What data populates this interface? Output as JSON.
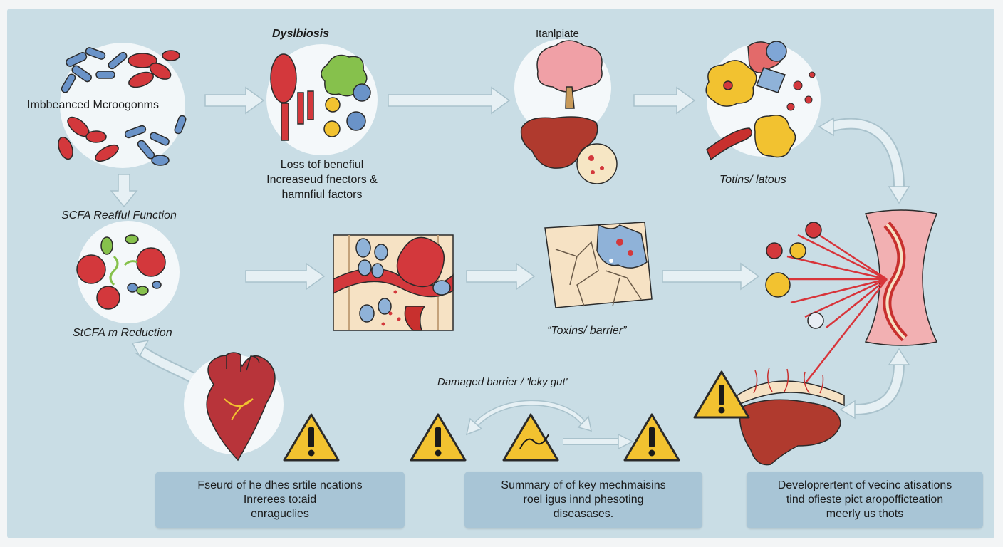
{
  "labels": {
    "imbalanced": "Imbbeanced Mcroogonms",
    "dysbiosis": "Dyslbiosis",
    "loss_line1": "Loss tof benefiul",
    "loss_line2": "Increaseud fnectors &",
    "loss_line3": "hamnfiul factors",
    "itanlpiate": "Itanlpiate",
    "totins": "Totins/ latous",
    "scfa_function": "SCFA Reafful Function",
    "scfa_reduction": "StCFA m Reduction",
    "toxins_barrier": "“Toxins/ barrier”",
    "damaged_barrier": "Damaged barrier / 'leky gut'"
  },
  "captions": [
    {
      "lines": [
        "Fseurd of he dhes srtile ncations",
        "Inrerees to:aid",
        "enraguclies"
      ]
    },
    {
      "lines": [
        "Summary of of key mechmaisins",
        "roel igus innd phesoting",
        "diseasases."
      ]
    },
    {
      "lines": [
        "Developrertent of vecinc atisations",
        "tind ofieste pict aropofficteation",
        "meerly us thots"
      ]
    }
  ],
  "icons": [
    "bacteria-cluster-icon",
    "dysbiosis-microbe-icon",
    "brain-liver-icon",
    "immune-cells-icon",
    "scfa-microbe-icon",
    "gut-wall-icon",
    "cracked-barrier-icon",
    "intestine-inflammation-icon",
    "heart-icon",
    "fatty-liver-icon",
    "warning-icon"
  ],
  "colors": {
    "background": "#c9dde5",
    "caption_box": "#a8c5d6",
    "arrow": "#e6f0f4",
    "warning": "#f2c230",
    "inflammation_ray": "#d8343a"
  }
}
